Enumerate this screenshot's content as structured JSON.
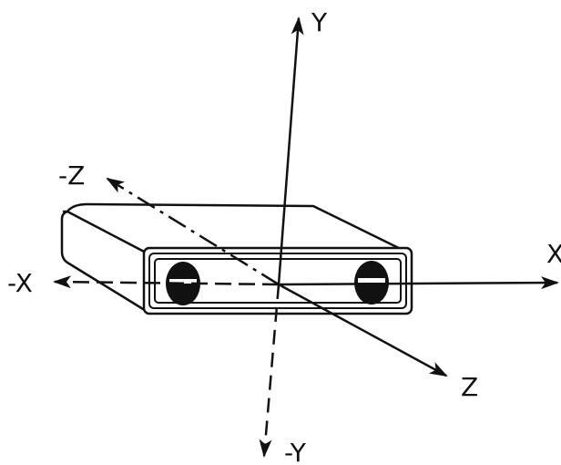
{
  "figure": {
    "axis_labels": {
      "y_pos": "Y",
      "y_neg": "-Y",
      "x_pos": "X",
      "x_neg": "-X",
      "z_pos": "Z",
      "z_neg": "-Z"
    },
    "colors": {
      "ink": "#111111",
      "background": "#ffffff"
    }
  }
}
